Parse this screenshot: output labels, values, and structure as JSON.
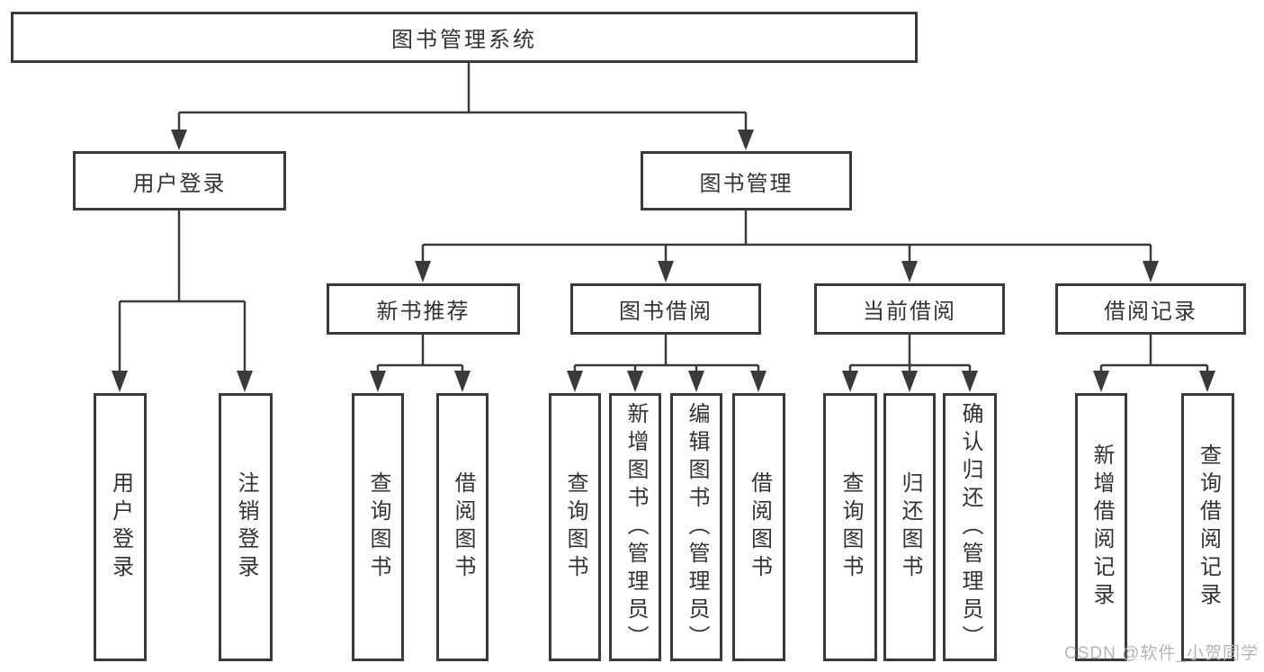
{
  "diagram": {
    "title": "图书管理系统",
    "branches": [
      {
        "label": "用户登录",
        "children": [
          {
            "label": "用户登录"
          },
          {
            "label": "注销登录"
          }
        ]
      },
      {
        "label": "图书管理",
        "children": [
          {
            "label": "新书推荐",
            "children": [
              {
                "label": "查询图书"
              },
              {
                "label": "借阅图书"
              }
            ]
          },
          {
            "label": "图书借阅",
            "children": [
              {
                "label": "查询图书"
              },
              {
                "label": "新增图书（管理员）"
              },
              {
                "label": "编辑图书（管理员）"
              },
              {
                "label": "借阅图书"
              }
            ]
          },
          {
            "label": "当前借阅",
            "children": [
              {
                "label": "查询图书"
              },
              {
                "label": "归还图书"
              },
              {
                "label": "确认归还（管理员）"
              }
            ]
          },
          {
            "label": "借阅记录",
            "children": [
              {
                "label": "新增借阅记录"
              },
              {
                "label": "查询借阅记录"
              }
            ]
          }
        ]
      }
    ]
  },
  "watermark": {
    "text": "CSDN @软件_小贺同学"
  },
  "colors": {
    "line": "#3a3a3a",
    "box_border": "#3a3a3a",
    "text": "#333333",
    "watermark": "#b5b5b5",
    "background": "#ffffff"
  }
}
